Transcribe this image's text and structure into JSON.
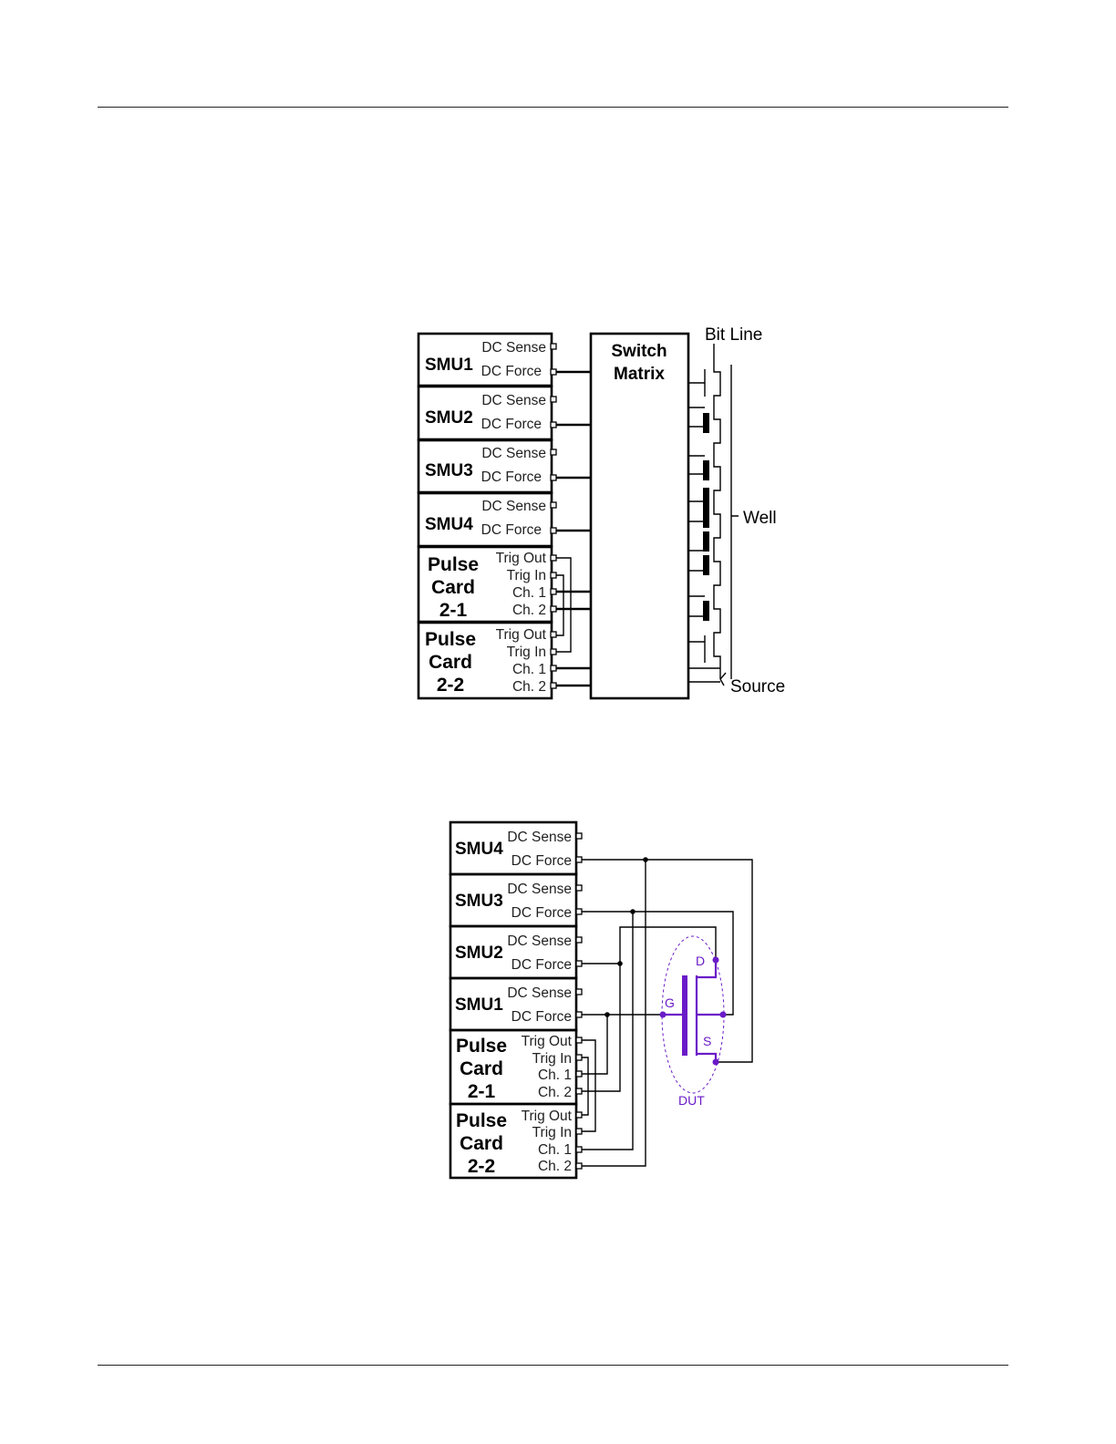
{
  "diagram1": {
    "smus": [
      {
        "name": "SMU1",
        "sense": "DC Sense",
        "force": "DC Force"
      },
      {
        "name": "SMU2",
        "sense": "DC Sense",
        "force": "DC Force"
      },
      {
        "name": "SMU3",
        "sense": "DC Sense",
        "force": "DC Force"
      },
      {
        "name": "SMU4",
        "sense": "DC Sense",
        "force": "DC Force"
      }
    ],
    "pulse_cards": [
      {
        "line1": "Pulse",
        "line2": "Card",
        "line3": "2-1",
        "ports": [
          "Trig Out",
          "Trig In",
          "Ch. 1",
          "Ch. 2"
        ]
      },
      {
        "line1": "Pulse",
        "line2": "Card",
        "line3": "2-2",
        "ports": [
          "Trig Out",
          "Trig In",
          "Ch. 1",
          "Ch. 2"
        ]
      }
    ],
    "switch_matrix": {
      "line1": "Switch",
      "line2": "Matrix"
    },
    "bit_line": "Bit Line",
    "well": "Well",
    "source": "Source"
  },
  "diagram2": {
    "smus": [
      {
        "name": "SMU4",
        "sense": "DC Sense",
        "force": "DC Force"
      },
      {
        "name": "SMU3",
        "sense": "DC Sense",
        "force": "DC Force"
      },
      {
        "name": "SMU2",
        "sense": "DC Sense",
        "force": "DC Force"
      },
      {
        "name": "SMU1",
        "sense": "DC Sense",
        "force": "DC Force"
      }
    ],
    "pulse_cards": [
      {
        "line1": "Pulse",
        "line2": "Card",
        "line3": "2-1",
        "ports": [
          "Trig Out",
          "Trig In",
          "Ch. 1",
          "Ch. 2"
        ]
      },
      {
        "line1": "Pulse",
        "line2": "Card",
        "line3": "2-2",
        "ports": [
          "Trig Out",
          "Trig In",
          "Ch. 1",
          "Ch. 2"
        ]
      }
    ],
    "dut": {
      "drain": "D",
      "gate": "G",
      "source": "S",
      "label": "DUT",
      "color": "#6a1bc8"
    }
  }
}
